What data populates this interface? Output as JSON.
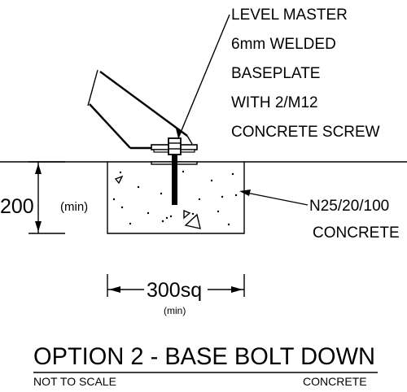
{
  "callout_top": {
    "lines": [
      "LEVEL MASTER",
      "6mm WELDED",
      "BASEPLATE",
      "WITH 2/M12",
      "CONCRETE SCREW"
    ]
  },
  "callout_right": {
    "lines": [
      "N25/20/100",
      "CONCRETE"
    ]
  },
  "dimensions": {
    "height_value": "200",
    "height_note": "(min)",
    "width_value": "300sq",
    "width_note": "(min)"
  },
  "title_block": {
    "title": "OPTION 2 - BASE BOLT DOWN",
    "left_note": "NOT TO SCALE",
    "right_note": "CONCRETE"
  }
}
